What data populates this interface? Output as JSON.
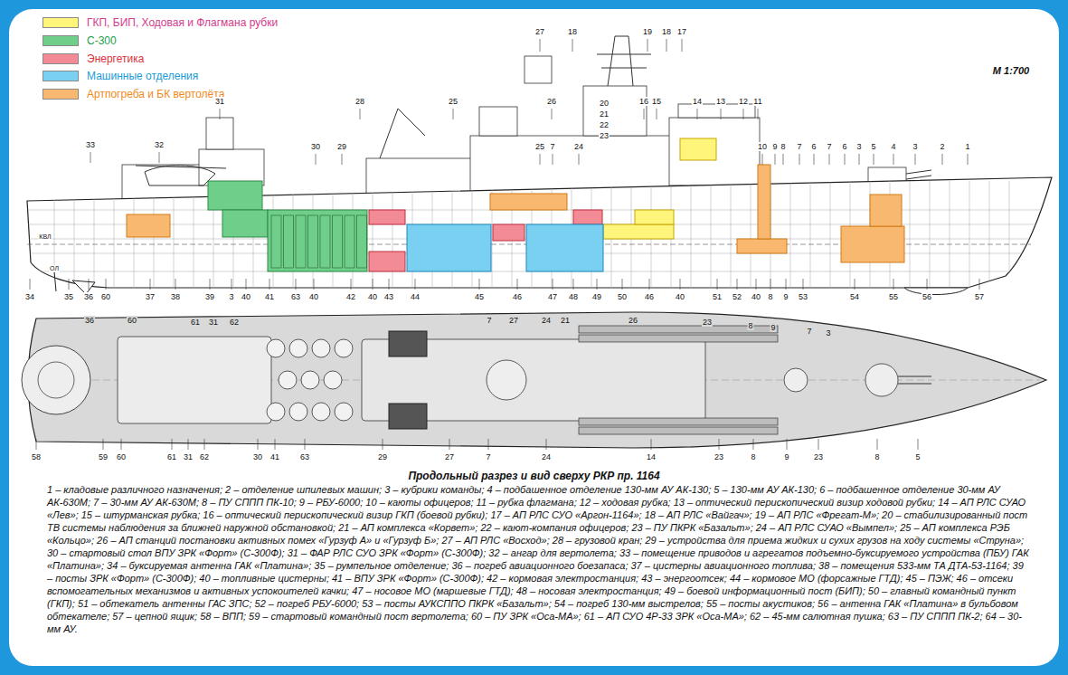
{
  "diagram": {
    "title": "Продольный разрез и вид сверху РКР пр. 1164",
    "caption": "1 – кладовые различного назначения; 2 – отделение шпилевых машин; 3 – кубрики команды; 4 – подбашенное отделение 130-мм АУ АК-130; 5 – 130-мм АУ АК-130; 6 – подбашенное отделение 30-мм АУ АК-630М; 7 – 30-мм АУ АК-630М; 8 – ПУ СППП ПК-10; 9 – РБУ-6000; 10 – каюты офицеров; 11 – рубка флагмана; 12 – ходовая рубка; 13 – оптический перископический визир ходовой рубки; 14 – АП РЛС СУАО «Лев»; 15 – штурманская рубка; 16 – оптический перископический визир ГКП (боевой рубки); 17 – АП РЛС СУО «Аргон-1164»; 18 – АП РЛС «Вайгач»; 19 – АП РЛС «Фрегат-М»; 20 – стабилизированный пост ТВ системы наблюдения за ближней наружной обстановкой; 21 – АП комплекса «Корвет»; 22 – кают-компания офицеров; 23 – ПУ ПКРК «Базальт»; 24 – АП РЛС СУАО «Вымпел»; 25 – АП комплекса РЭБ «Кольцо»; 26 – АП станций постановки активных помех «Гурзуф А» и «Гурзуф Б»; 27 – АП РЛС «Восход»; 28 – грузовой кран; 29 – устройства для приема жидких и сухих грузов на ходу системы «Струна»; 30 – стартовый стол ВПУ ЗРК «Форт» (С-300Ф); 31 – ФАР РЛС СУО ЗРК «Форт» (С-300Ф); 32 – ангар для вертолета; 33 – помещение приводов и агрегатов подъемно-буксируемого устройства (ПБУ) ГАК «Платина»; 34 – буксируемая антенна ГАК «Платина»; 35 – румпельное отделение; 36 – погреб авиационного боезапаса; 37 – цистерны авиационного топлива; 38 – помещения 533-мм ТА ДТА-53-1164; 39 – посты ЗРК «Форт» (С-300Ф); 40 – топливные цистерны; 41 – ВПУ ЗРК «Форт» (С-300Ф); 42 – кормовая электростанция; 43 – энергоотсек; 44 – кормовое МО (форсажные ГТД); 45 – ПЭЖ; 46 – отсеки вспомогательных механизмов и активных успокоителей качки; 47 – носовое МО (маршевые ГТД); 48 – носовая электростанция; 49 – боевой информационный пост (БИП); 50 – главный командный пункт (ГКП); 51 – обтекатель антенны ГАС ЗПС; 52 – погреб РБУ-6000; 53 – посты АУКСППО ПКРК «Базальт»; 54 – погреб 130-мм выстрелов; 55 – посты акустиков; 56 – антенна ГАК «Платина» в бульбовом обтекателе; 57 – цепной ящик; 58 – ВПП; 59 – стартовый командный пост вертолета; 60 – ПУ ЗРК «Оса-МА»; 61 – АП СУО 4Р-33 ЗРК «Оса-МА»; 62 – 45-мм салютная пушка; 63 – ПУ СППП ПК-2; 64 – 30-мм АУ.",
    "labels": [
      "М 1:700",
      "КВЛ",
      "ОЛ",
      "33",
      "32",
      "31",
      "30",
      "29",
      "28",
      "25",
      "27",
      "26",
      "25",
      "7",
      "24",
      "23",
      "22",
      "21",
      "20",
      "18",
      "19",
      "18",
      "17",
      "16",
      "15",
      "14",
      "13",
      "12",
      "11",
      "10",
      "9",
      "8",
      "7",
      "6",
      "7",
      "6",
      "3",
      "5",
      "4",
      "3",
      "2",
      "1",
      "34",
      "35",
      "36",
      "60",
      "37",
      "38",
      "39",
      "3",
      "40",
      "41",
      "63",
      "40",
      "42",
      "40",
      "43",
      "44",
      "45",
      "46",
      "47",
      "48",
      "49",
      "50",
      "46",
      "40",
      "51",
      "52",
      "40",
      "8",
      "9",
      "53",
      "54",
      "55",
      "56",
      "57",
      "36",
      "60",
      "61",
      "31",
      "62",
      "7",
      "27",
      "24",
      "21",
      "26",
      "23",
      "8",
      "9",
      "7",
      "3",
      "58",
      "59",
      "60",
      "61",
      "31",
      "62",
      "30",
      "41",
      "63",
      "29",
      "27",
      "7",
      "24",
      "14",
      "23",
      "8",
      "9",
      "23",
      "8",
      "5"
    ],
    "legend": [
      {
        "text": "ГКП, БИП, Ходовая и Флагмана рубки",
        "color": "#fff57a"
      },
      {
        "text": "С-300",
        "color": "#6fcf8a"
      },
      {
        "text": "Энергетика",
        "color": "#f28b96"
      },
      {
        "text": "Машинные отделения",
        "color": "#7ad0f0"
      },
      {
        "text": "Артпогреба и БК вертолёта",
        "color": "#f9b870"
      }
    ]
  }
}
